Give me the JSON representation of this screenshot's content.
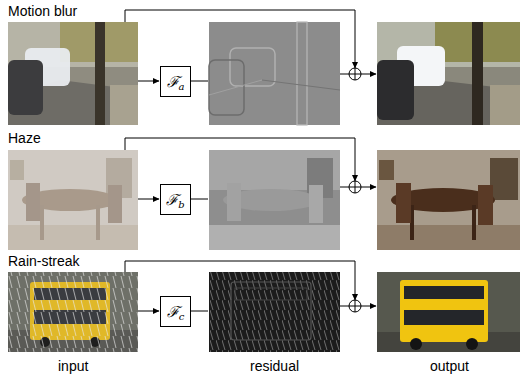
{
  "diagram": {
    "nodes": [
      {
        "text": [
          "ℱa"
        ]
      },
      {
        "text": [
          "ℱb"
        ]
      },
      {
        "text": [
          "ℱc"
        ]
      }
    ],
    "labels": [
      "Motion blur",
      "Haze",
      "Rain-streak",
      "input",
      "residual",
      "output"
    ]
  }
}
